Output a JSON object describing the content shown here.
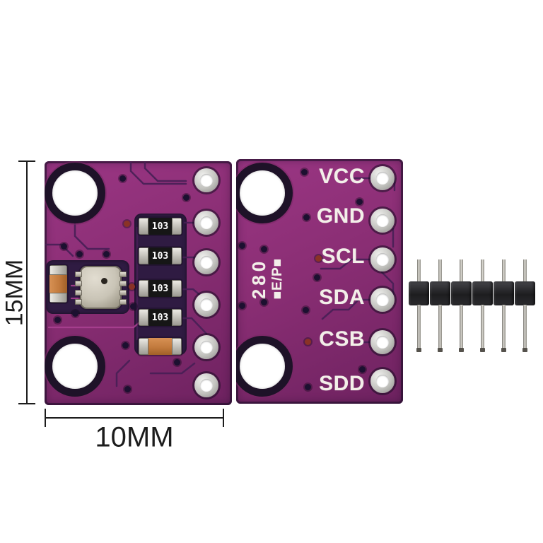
{
  "annotations": {
    "height_label": "15MM",
    "width_label": "10MM"
  },
  "front_board": {
    "resistor_labels": [
      "103",
      "103",
      "103",
      "103"
    ]
  },
  "back_board": {
    "pin_labels": [
      "VCC",
      "GND",
      "SCL",
      "SDA",
      "CSB",
      "SDD"
    ],
    "silkscreen_line1": "280",
    "silkscreen_line2": "■E/P■"
  },
  "pin_header": {
    "pins": 6
  },
  "colors": {
    "pcb_magenta": "#8a2e74",
    "pcb_magenta_light": "#9b3684",
    "pcb_magenta_deep": "#6e2260",
    "pcb_dark": "#2f1b42",
    "trace_dark": "#471f55",
    "trace_pink": "#a84090",
    "silk_white": "#f3efe9",
    "pad_silver": "#c3c3bf",
    "hole_ring": "#1e1228",
    "resistor_body": "#161616",
    "cap_orange": "#c27a3d",
    "sensor_metal": "#c9c4b6",
    "header_plastic": "#1d1d1f",
    "pin_metal": "#b9b9b3",
    "dim_color": "#1c1c1c",
    "via_dark": "#1c1030",
    "via_red": "#8a3226"
  }
}
